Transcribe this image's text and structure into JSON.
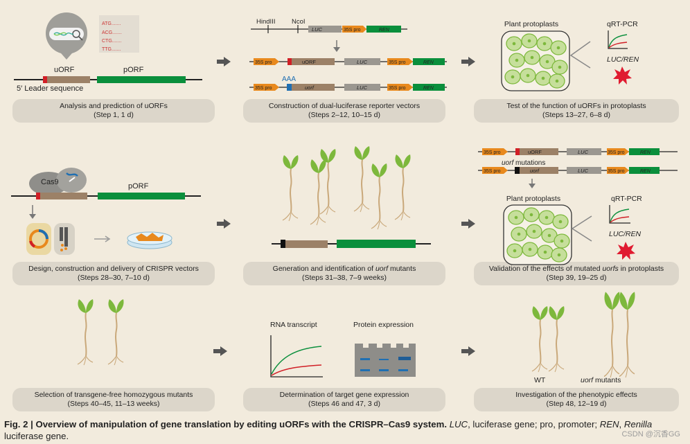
{
  "row1": {
    "panel1": {
      "dna_lines": [
        "ATG.......",
        "ACG.......",
        "CTG.......",
        "TTG......."
      ],
      "uorf_label": "uORF",
      "porf_label": "pORF",
      "leader_label": "5′ Leader sequence",
      "title": "Analysis and prediction of uORFs",
      "steps": "(Step 1, 1 d)"
    },
    "panel2": {
      "hindiii": "HindIII",
      "ncoi": "NcoI",
      "luc": "LUC",
      "promoter": "35S pro",
      "ren": "REN",
      "uorf_upper": "uORF",
      "uorf_lower": "uorf",
      "aaa": "AAA",
      "title": "Construction of dual-luciferase reporter vectors",
      "steps": "(Steps 2–12, 10–15 d)"
    },
    "panel3": {
      "protoplasts": "Plant protoplasts",
      "qrtpcr": "qRT-PCR",
      "luc_ren": "LUC/REN",
      "title": "Test of the function of uORFs in protoplasts",
      "steps": "(Steps 13–27, 6–8 d)"
    }
  },
  "row2": {
    "panel1": {
      "cas9": "Cas9",
      "porf_label": "pORF",
      "title": "Design, construction and delivery of CRISPR vectors",
      "steps": "(Steps 28–30, 7–10 d)"
    },
    "panel2": {
      "title_pre": "Generation and identification of ",
      "title_italic": "uorf",
      "title_post": " mutants",
      "steps": "(Steps 31–38, 7–9 weeks)"
    },
    "panel3": {
      "promoter": "35S pro",
      "uorf_upper": "uORF",
      "uorf_lower": "uorf",
      "luc": "LUC",
      "ren": "REN",
      "mutations_italic": "uorf",
      "mutations_rest": " mutations",
      "protoplasts": "Plant protoplasts",
      "qrtpcr": "qRT-PCR",
      "luc_ren": "LUC/REN",
      "title_pre": "Validation of the effects of mutated ",
      "title_italic": "uorfs",
      "title_post": " in protoplasts",
      "steps": "(Step 39, 19–25 d)"
    }
  },
  "row3": {
    "panel1": {
      "title": "Selection of transgene-free homozygous mutants",
      "steps": "(Steps 40–45, 11–13 weeks)"
    },
    "panel2": {
      "rna": "RNA transcript",
      "protein": "Protein expression",
      "title": "Determination of target gene expression",
      "steps": "(Steps 46 and 47, 3 d)"
    },
    "panel3": {
      "wt": "WT",
      "mut_italic": "uorf",
      "mut_rest": " mutants",
      "title": "Investigation of the phenotypic effects",
      "steps": "(Step 48, 12–19 d)"
    }
  },
  "caption": {
    "fig": "Fig. 2 | ",
    "title": "Overview of manipulation of gene translation by editing uORFs with the CRISPR–Cas9 system.",
    "luc": "LUC",
    "t1": ", luciferase gene; pro, promoter; ",
    "ren": "REN",
    "t2": ",",
    "renilla": "Renilla",
    "t3": " luciferase gene."
  },
  "watermark": "CSDN @沉香GG",
  "colors": {
    "background": "#f2ebdd",
    "panel": "#dcd6ca",
    "green_gene": "#0a8f3c",
    "brown_uorf": "#9c8167",
    "grey_luc": "#9b9790",
    "orange_promoter": "#e8891d",
    "red_start": "#d11f26",
    "blue_aaa": "#1f6fb2",
    "leaf": "#7db83c",
    "arrow": "#555555",
    "burst": "#e01b30"
  }
}
